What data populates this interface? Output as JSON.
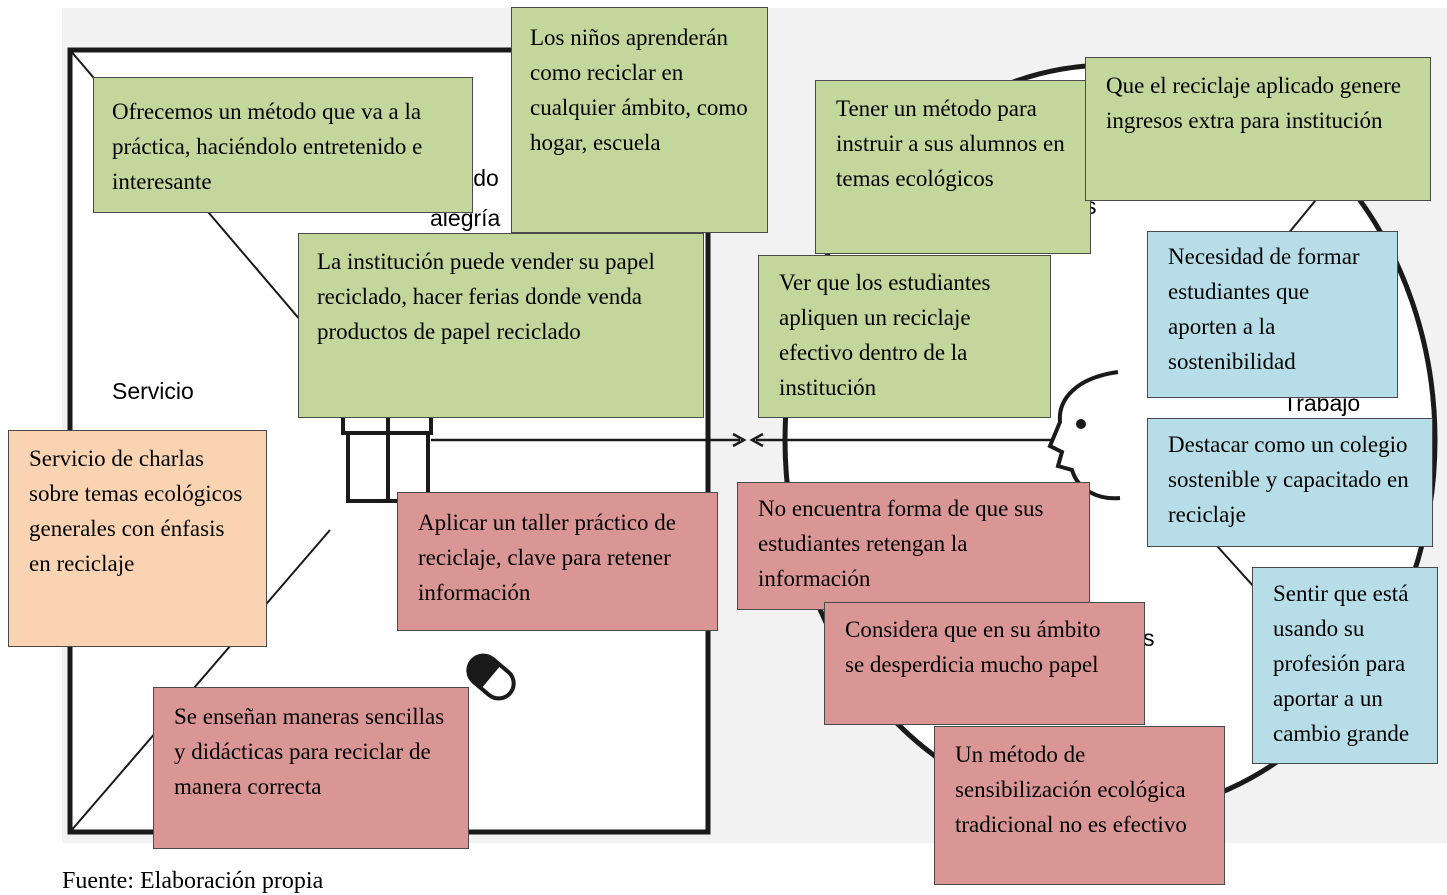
{
  "canvas_labels": {
    "creators_fragment": "reado",
    "gains_fragment": "alegría",
    "service_label": "Servicio",
    "job_label": "Trabajo",
    "s_fragment_top": "s",
    "s_fragment_bottom": "s"
  },
  "product_notes": {
    "method_practice": "Ofrecemos un método que va a la práctica, haciéndolo entretenido e interesante",
    "kids_learn": "Los niños aprenderán como reciclar en cualquier ámbito, como hogar, escuela",
    "sell_paper": "La institución puede vender su papel reciclado, hacer ferias donde venda productos de papel reciclado",
    "talks_service": "Servicio de charlas sobre temas ecológicos generales con énfasis en reciclaje",
    "practical_workshop": "Aplicar un taller práctico de reciclaje, clave para retener información",
    "simple_ways": "Se enseñan maneras sencillas y didácticas para reciclar de manera correcta"
  },
  "customer_notes": {
    "have_method": "Tener un método para instruir a sus alumnos en temas ecológicos",
    "extra_income": "Que el reciclaje aplicado genere ingresos extra para institución",
    "effective_recycling": "Ver que los estudiantes apliquen un reciclaje efectivo dentro de la institución",
    "train_students": "Necesidad de formar estudiantes que aporten a la sostenibilidad",
    "sustainable_school": "Destacar como un colegio sostenible y capacitado en reciclaje",
    "profession_change": "Sentir que está usando su profesión para aportar a un cambio grande",
    "retain_info": "No encuentra forma de que sus estudiantes retengan la información",
    "paper_waste": "Considera que en su ámbito se desperdicia mucho papel",
    "traditional_method": "Un método de sensibilización ecológica tradicional no es efectivo"
  },
  "footer_fragment": "Fuente: Elaboración propia",
  "colors": {
    "gain_green": "#c3d69b",
    "job_blue": "#b7dee8",
    "pain_red": "#d99694",
    "service_peach": "#fad4b2"
  }
}
